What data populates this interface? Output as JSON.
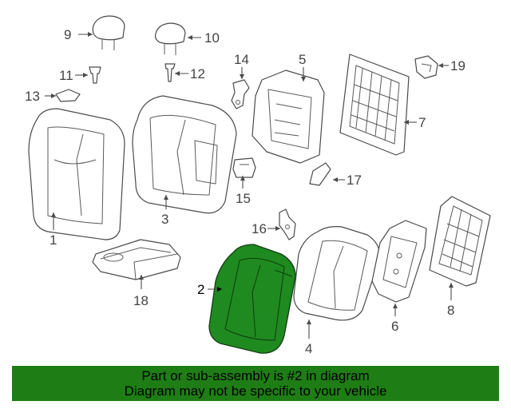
{
  "diagram": {
    "callouts": [
      {
        "number": "1"
      },
      {
        "number": "2"
      },
      {
        "number": "3"
      },
      {
        "number": "4"
      },
      {
        "number": "5"
      },
      {
        "number": "6"
      },
      {
        "number": "7"
      },
      {
        "number": "8"
      },
      {
        "number": "9"
      },
      {
        "number": "10"
      },
      {
        "number": "11"
      },
      {
        "number": "12"
      },
      {
        "number": "13"
      },
      {
        "number": "14"
      },
      {
        "number": "15"
      },
      {
        "number": "16"
      },
      {
        "number": "17"
      },
      {
        "number": "18"
      },
      {
        "number": "19"
      }
    ],
    "highlighted_part": "2",
    "highlight_color": "#1f8a1f"
  },
  "banner": {
    "line1": "Part or sub-assembly is #2 in diagram",
    "line2": "Diagram may not be specific to your vehicle",
    "background": "#1e7d14"
  }
}
